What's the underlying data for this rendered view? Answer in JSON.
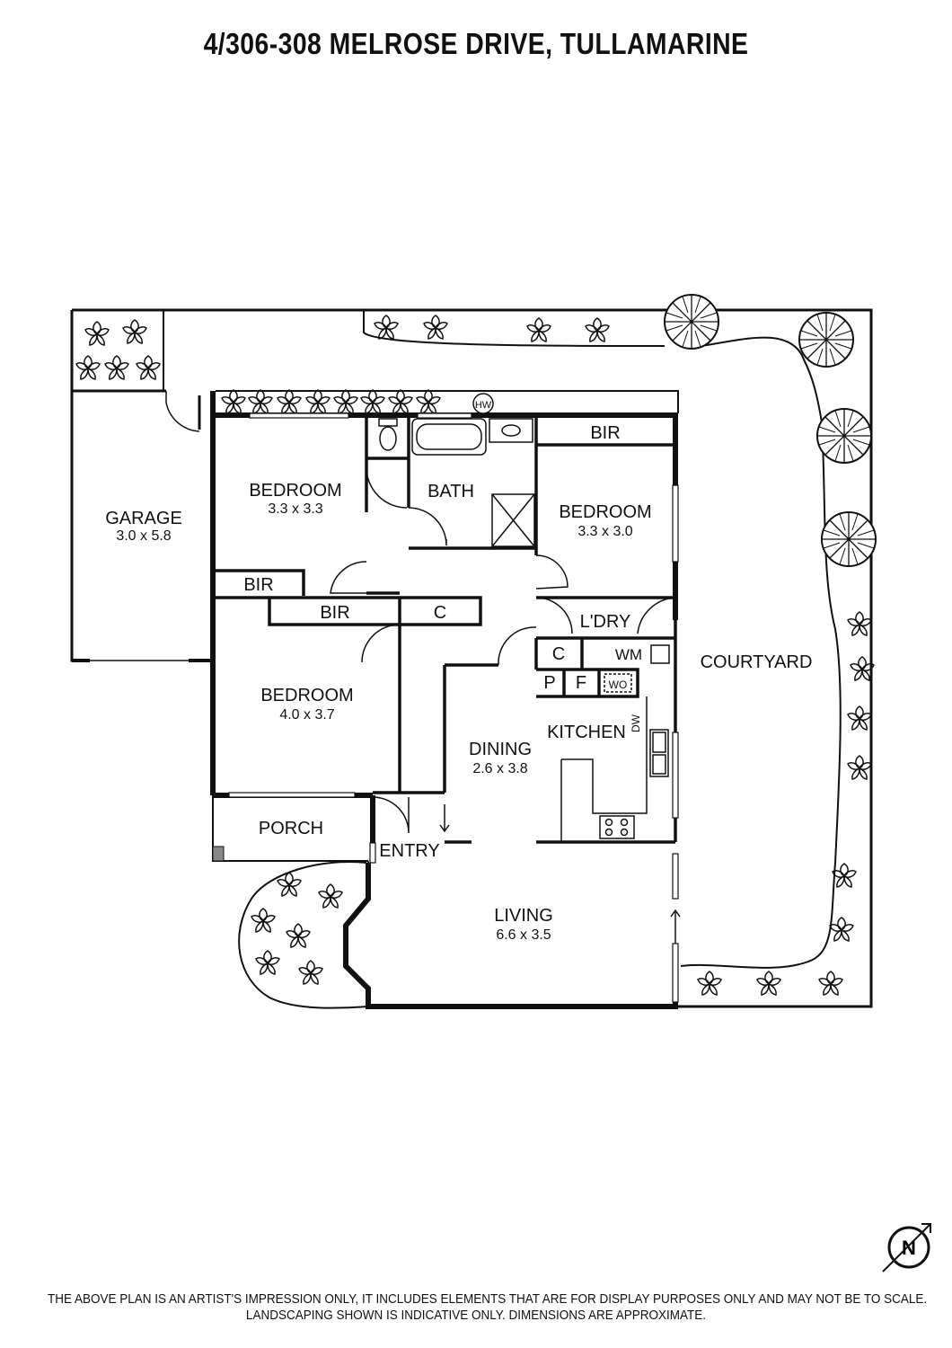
{
  "title": "4/306-308 MELROSE DRIVE, TULLAMARINE",
  "rooms": {
    "garage": {
      "name": "GARAGE",
      "dims": "3.0 x 5.8"
    },
    "bedroom1": {
      "name": "BEDROOM",
      "dims": "3.3 x 3.3"
    },
    "bedroom2": {
      "name": "BEDROOM",
      "dims": "3.3 x 3.0"
    },
    "bedroom3": {
      "name": "BEDROOM",
      "dims": "4.0 x 3.7"
    },
    "bath": {
      "name": "BATH"
    },
    "bir_top": "BIR",
    "bir_left": "BIR",
    "bir_mid": "BIR",
    "cupboard_hall": "C",
    "laundry": {
      "name": "L'DRY"
    },
    "laundry_c": "C",
    "wm": "WM",
    "pantry": "P",
    "fridge": "F",
    "wall_oven": "WO",
    "dw": "DW",
    "kitchen": {
      "name": "KITCHEN"
    },
    "dining": {
      "name": "DINING",
      "dims": "2.6 x 3.8"
    },
    "living": {
      "name": "LIVING",
      "dims": "6.6 x 3.5"
    },
    "porch": {
      "name": "PORCH"
    },
    "entry": {
      "name": "ENTRY"
    },
    "courtyard": {
      "name": "COURTYARD"
    },
    "hw": "HW"
  },
  "compass": "N",
  "disclaimer": {
    "line1": "THE ABOVE PLAN IS AN ARTIST'S IMPRESSION ONLY, IT INCLUDES ELEMENTS THAT ARE FOR DISPLAY PURPOSES ONLY AND MAY NOT BE TO SCALE.",
    "line2": "LANDSCAPING SHOWN IS INDICATIVE ONLY. DIMENSIONS ARE APPROXIMATE."
  },
  "colors": {
    "wall": "#111111",
    "background": "#ffffff"
  }
}
